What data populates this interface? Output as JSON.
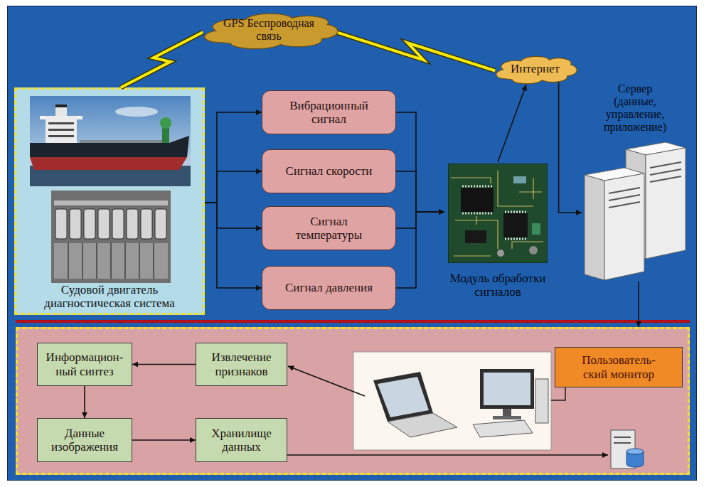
{
  "diagram": {
    "nodes": [
      {
        "text": [
          "GPS Беспроводная связь"
        ]
      },
      {
        "text": [
          "Интернет"
        ]
      },
      {
        "text": [
          "Сервер (данные, управление, приложение)"
        ]
      },
      {
        "text": [
          "Судовой двигатель диагностическая система"
        ]
      },
      {
        "text": [
          "Вибрационный сигнал"
        ]
      },
      {
        "text": [
          "Сигнал скорости"
        ]
      },
      {
        "text": [
          "Сигнал температуры"
        ]
      },
      {
        "text": [
          "Сигнал давления"
        ]
      },
      {
        "text": [
          "Модуль обработки сигналов"
        ]
      },
      {
        "text": []
      },
      {
        "text": [
          "Информацион- ный синтез"
        ],
        "in": 9
      },
      {
        "text": [
          "Извлечение признаков"
        ],
        "in": 9
      },
      {
        "text": [
          "Пользователь- ский монитор"
        ],
        "in": 9
      },
      {
        "text": [
          "Данные изображения"
        ],
        "in": 9
      },
      {
        "text": [
          "Хранилище данных"
        ],
        "in": 9
      }
    ],
    "edges": [
      {
        "from": 3,
        "to": 0,
        "arrow": "none"
      },
      {
        "from": 0,
        "to": 1,
        "arrow": "none"
      },
      {
        "from": 3,
        "to": 4,
        "arrow": "to"
      },
      {
        "from": 3,
        "to": 5,
        "arrow": "to"
      },
      {
        "from": 3,
        "to": 6,
        "arrow": "to"
      },
      {
        "from": 3,
        "to": 7,
        "arrow": "to"
      },
      {
        "from": 4,
        "to": 8,
        "arrow": "to"
      },
      {
        "from": 5,
        "to": 8,
        "arrow": "to"
      },
      {
        "from": 6,
        "to": 8,
        "arrow": "to"
      },
      {
        "from": 7,
        "to": 8,
        "arrow": "to"
      },
      {
        "from": 8,
        "to": 1,
        "arrow": "to"
      },
      {
        "from": 1,
        "to": 2,
        "arrow": "to"
      },
      {
        "from": 2,
        "to": 9,
        "arrow": "to"
      },
      {
        "from": 11,
        "to": 10,
        "arrow": "to"
      },
      {
        "from": 10,
        "to": 13,
        "arrow": "to"
      },
      {
        "from": 13,
        "to": 14,
        "arrow": "to"
      }
    ]
  }
}
